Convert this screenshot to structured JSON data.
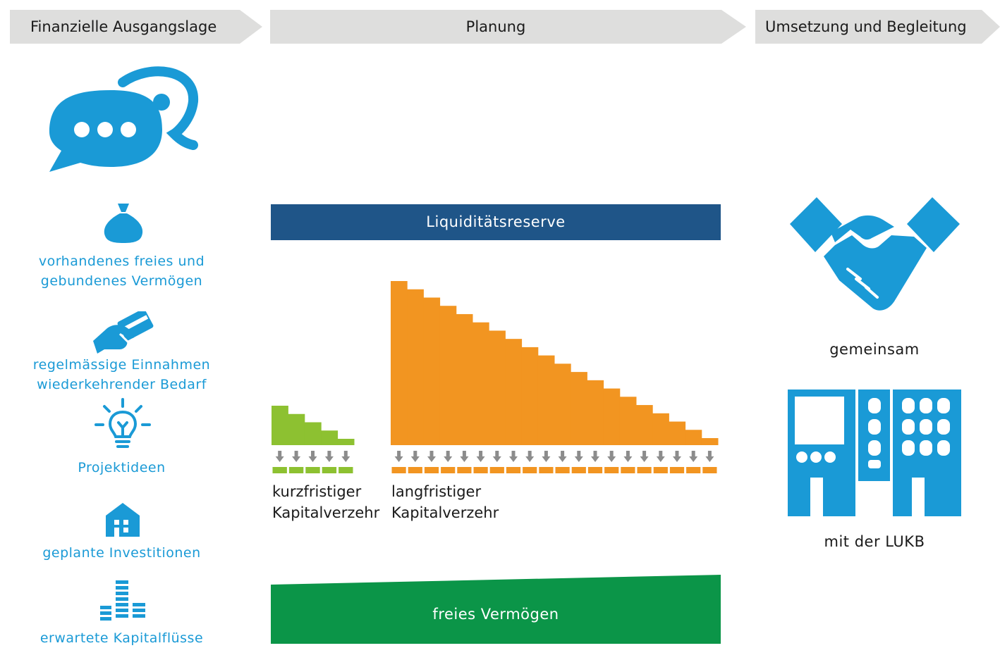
{
  "steps": {
    "step1": "Finanzielle Ausgangslage",
    "step2": "Planung",
    "step3": "Umsetzung und Begleitung"
  },
  "left_items": [
    {
      "icon": "money-bag-icon",
      "line1": "vorhandenes freies und",
      "line2": "gebundenes Vermögen"
    },
    {
      "icon": "hand-card-icon",
      "line1": "regelmässige Einnahmen",
      "line2": "wiederkehrender Bedarf"
    },
    {
      "icon": "lightbulb-icon",
      "line1": "Projektideen"
    },
    {
      "icon": "house-icon",
      "line1": "geplante Investitionen"
    },
    {
      "icon": "coin-stacks-icon",
      "line1": "erwartete Kapitalflüsse"
    }
  ],
  "planning": {
    "reserve_label": "Liquiditätsreserve",
    "short_term_line1": "kurzfristiger",
    "short_term_line2": "Kapitalverzehr",
    "long_term_line1": "langfristiger",
    "long_term_line2": "Kapitalverzehr",
    "free_assets_label": "freies Vermögen",
    "short_term_steps": 5,
    "long_term_steps": 20
  },
  "right_items": {
    "together": "gemeinsam",
    "with_bank": "mit der LUKB"
  },
  "colors": {
    "header_bg": "#dededd",
    "icon_blue": "#1a9ad6",
    "reserve_blue": "#1f5588",
    "short_green": "#8dc131",
    "long_orange": "#f29521",
    "free_green": "#0b9548",
    "arrow_gray": "#8c8c8c"
  }
}
